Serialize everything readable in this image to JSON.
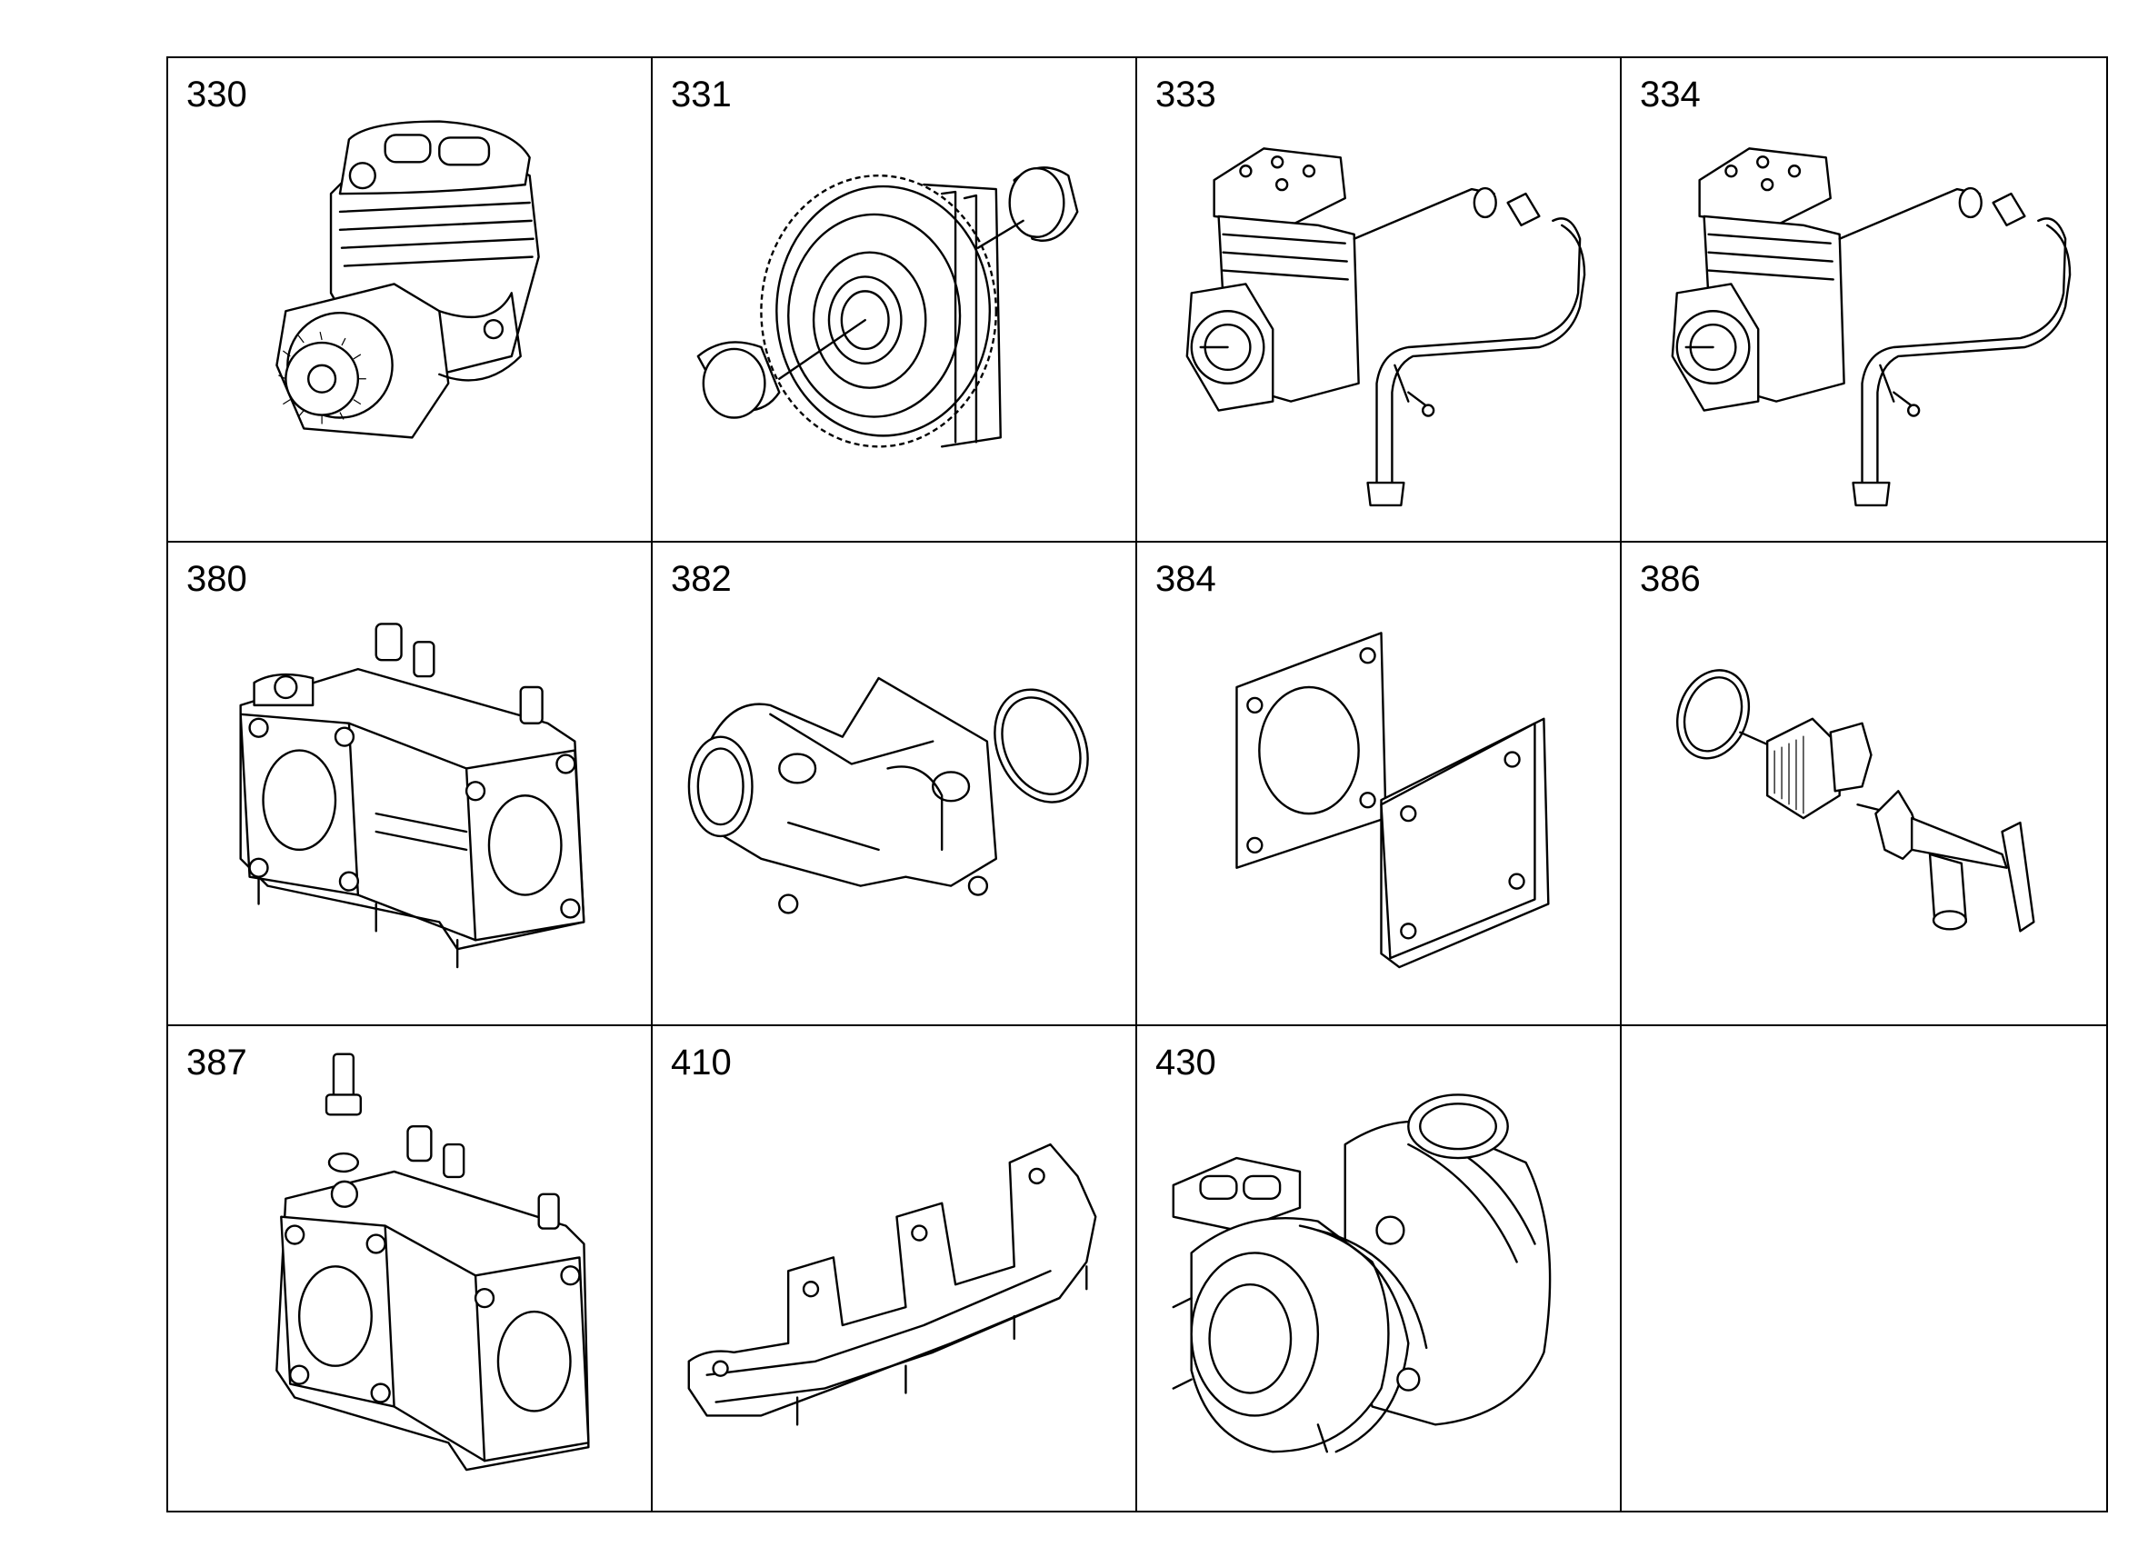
{
  "parts": [
    {
      "number": "330",
      "icon": "air-compressor-icon"
    },
    {
      "number": "331",
      "icon": "gear-wheel-icon"
    },
    {
      "number": "333",
      "icon": "air-compressor-with-pipe-icon"
    },
    {
      "number": "334",
      "icon": "air-compressor-with-pipe-icon"
    },
    {
      "number": "380",
      "icon": "housing-block-icon"
    },
    {
      "number": "382",
      "icon": "elbow-connector-icon"
    },
    {
      "number": "384",
      "icon": "gasket-and-plate-icon"
    },
    {
      "number": "386",
      "icon": "drain-tap-icon"
    },
    {
      "number": "387",
      "icon": "housing-block-with-fitting-icon"
    },
    {
      "number": "410",
      "icon": "exhaust-manifold-icon"
    },
    {
      "number": "430",
      "icon": "turbocharger-icon"
    }
  ]
}
